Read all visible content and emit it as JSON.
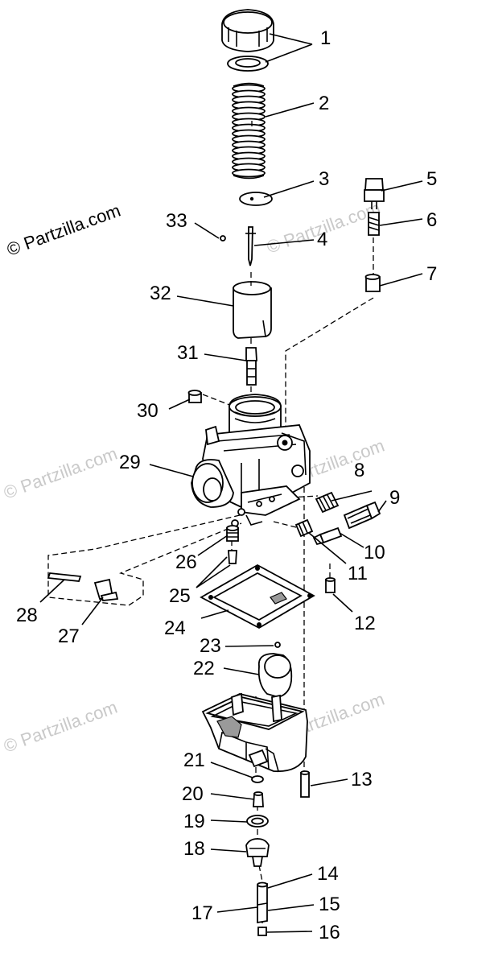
{
  "watermarks": {
    "primary": "© Partzilla.com",
    "faint": "© Partzilla.com"
  },
  "callouts": [
    "1",
    "2",
    "3",
    "4",
    "5",
    "6",
    "7",
    "8",
    "9",
    "10",
    "11",
    "12",
    "13",
    "14",
    "15",
    "16",
    "17",
    "18",
    "19",
    "20",
    "21",
    "22",
    "23",
    "24",
    "25",
    "26",
    "27",
    "28",
    "29",
    "30",
    "31",
    "32",
    "33"
  ],
  "colors": {
    "ink": "#000000",
    "watermark": "#c9c9c9",
    "background": "#ffffff"
  }
}
